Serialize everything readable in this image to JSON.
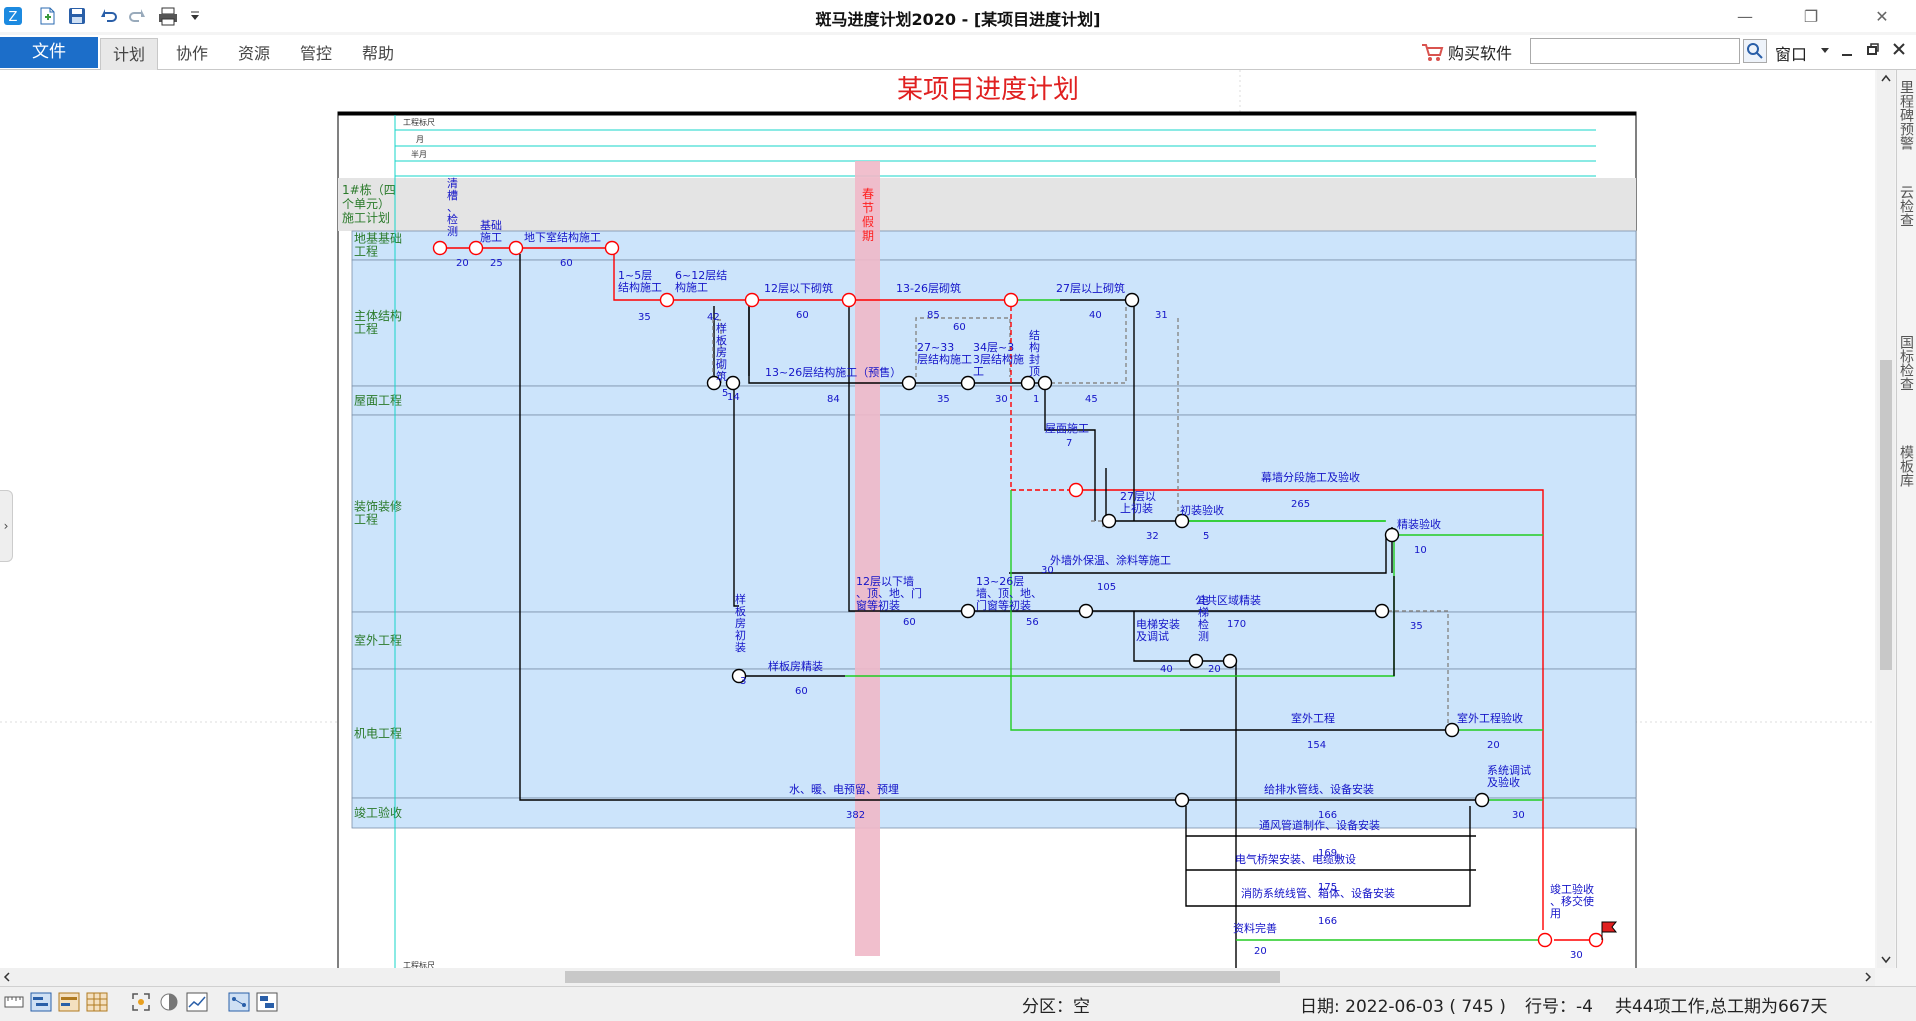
{
  "window": {
    "title": "斑马进度计划2020 - [某项目进度计划]",
    "controls": {
      "minimize": "—",
      "restore": "❐",
      "close": "✕"
    }
  },
  "quick_access": [
    "app-icon",
    "new-icon",
    "save-icon",
    "undo-icon",
    "redo-icon",
    "print-icon",
    "dropdown-icon"
  ],
  "ribbon": {
    "file_tab": "文件",
    "tabs": [
      "计划",
      "协作",
      "资源",
      "管控",
      "帮助"
    ],
    "active_tab": "计划",
    "buy_label": "购买软件",
    "search_placeholder": "",
    "window_label": "窗口"
  },
  "right_tabs": [
    "里程碑预警",
    "云检查",
    "国标检查",
    "模板库"
  ],
  "chart": {
    "title": "某项目进度计划",
    "time_rows": [
      "工程标尺",
      "月",
      "半月"
    ],
    "project_label": "1#栋（四个单元）施工计划",
    "holiday_label": "春节假期",
    "bottom_scale_label": "工程标尺",
    "lanes": [
      {
        "name": "地基基础工程"
      },
      {
        "name": "主体结构工程"
      },
      {
        "name": "屋面工程"
      },
      {
        "name": "装饰装修工程"
      },
      {
        "name": "室外工程"
      },
      {
        "name": "机电工程"
      },
      {
        "name": "竣工验收"
      }
    ],
    "activities": [
      {
        "id": "a1",
        "name": "清槽、检测",
        "dur": "20"
      },
      {
        "id": "a2",
        "name": "基础施工",
        "dur": "25"
      },
      {
        "id": "a3",
        "name": "地下室结构施工",
        "dur": "60"
      },
      {
        "id": "a4",
        "name": "1~5层结构施工",
        "dur": "35"
      },
      {
        "id": "a5",
        "name": "6~12层结构施工",
        "dur": "42"
      },
      {
        "id": "a6",
        "name": "12层以下砌筑",
        "dur": "60"
      },
      {
        "id": "a7",
        "name": "13-26层砌筑",
        "dur": "85"
      },
      {
        "id": "a8",
        "name": "27层以上砌筑",
        "dur": "40"
      },
      {
        "id": "a9",
        "name": "样板房砌筑",
        "dur": "5"
      },
      {
        "id": "a10",
        "name": "13~26层结构施工（预售）",
        "dur": "84"
      },
      {
        "id": "a11",
        "name": "27~33层结构施工",
        "dur": "35"
      },
      {
        "id": "a12",
        "name": "34层~33层结构施工",
        "dur": "30"
      },
      {
        "id": "a13",
        "name": "结构封顶",
        "dur": "1"
      },
      {
        "id": "a14",
        "name": "屋面施工",
        "dur": "7"
      },
      {
        "id": "a15",
        "name": "幕墙分段施工及验收",
        "dur": "265"
      },
      {
        "id": "a16",
        "name": "27层以上初装",
        "dur": "32"
      },
      {
        "id": "a17",
        "name": "初装验收",
        "dur": "5"
      },
      {
        "id": "a18",
        "name": "精装验收",
        "dur": "10"
      },
      {
        "id": "a19",
        "name": "外墙外保温、涂料等施工",
        "dur": "105"
      },
      {
        "id": "a20",
        "name": "12层以下墙、顶、地、门窗等初装",
        "dur": "60"
      },
      {
        "id": "a21",
        "name": "13~26层墙、顶、地、门窗等初装",
        "dur": "56"
      },
      {
        "id": "a22",
        "name": "公共区域精装",
        "dur": "170"
      },
      {
        "id": "a23",
        "name": "样板房初装",
        "dur": "3"
      },
      {
        "id": "a24",
        "name": "样板房精装",
        "dur": "60"
      },
      {
        "id": "a25",
        "name": "电梯安装及调试",
        "dur": "40"
      },
      {
        "id": "a26",
        "name": "电梯检测",
        "dur": "20"
      },
      {
        "id": "a27",
        "name": "室外工程",
        "dur": "154"
      },
      {
        "id": "a28",
        "name": "室外工程验收",
        "dur": "20"
      },
      {
        "id": "a29",
        "name": "水、暖、电预留、预埋",
        "dur": "382"
      },
      {
        "id": "a30",
        "name": "给排水管线、设备安装",
        "dur": "166"
      },
      {
        "id": "a31",
        "name": "通风管道制作、设备安装",
        "dur": "169"
      },
      {
        "id": "a32",
        "name": "电气桥架安装、电缆敷设",
        "dur": "175"
      },
      {
        "id": "a33",
        "name": "消防系统线管、箱体、设备安装",
        "dur": "166"
      },
      {
        "id": "a34",
        "name": "系统调试及验收",
        "dur": "30"
      },
      {
        "id": "a35",
        "name": "资料完善",
        "dur": "20"
      },
      {
        "id": "a36",
        "name": "竣工验收、移交使用",
        "dur": "30"
      }
    ],
    "misc_numbers": {
      "n14": "14",
      "n30a": "30",
      "n45": "45",
      "n60b": "60",
      "n31": "31",
      "n35b": "35"
    }
  },
  "status": {
    "zone": "分区：空",
    "date": "日期: 2022-06-03 ( 745 )",
    "row": "行号：-4",
    "summary": "共44项工作,总工期为667天"
  },
  "colors": {
    "accent": "#1c6ec9",
    "critical": "#ff0000",
    "lane_bg": "#cce4fb",
    "holiday": "#f0b8c8",
    "text_blue": "#1414c8"
  }
}
